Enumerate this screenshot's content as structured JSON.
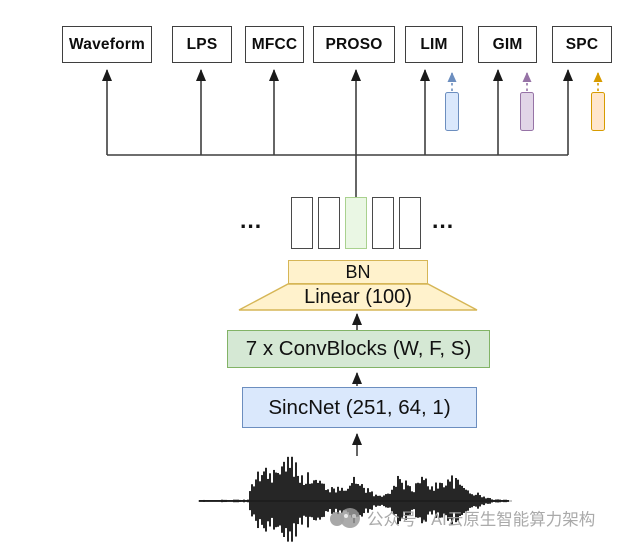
{
  "diagram": {
    "workers": [
      {
        "id": "waveform",
        "label": "Waveform"
      },
      {
        "id": "lps",
        "label": "LPS"
      },
      {
        "id": "mfcc",
        "label": "MFCC"
      },
      {
        "id": "proso",
        "label": "PROSO"
      },
      {
        "id": "lim",
        "label": "LIM"
      },
      {
        "id": "gim",
        "label": "GIM"
      },
      {
        "id": "spc",
        "label": "SPC"
      }
    ],
    "ellipsis": "...",
    "encoder": {
      "bn_label": "BN",
      "linear_label": "Linear (100)",
      "convblocks_label": "7 x ConvBlocks (W, F, S)",
      "sincnet_label": "SincNet (251, 64, 1)"
    },
    "watermark": "公众号 · AI云原生智能算力架构",
    "colors": {
      "box_border": "#3f3f3f",
      "yellow_fill": "#FFF2CC",
      "yellow_border": "#D6B656",
      "green_fill": "#D5E8D4",
      "green_border": "#82B366",
      "lightgreen_fill": "#EAF7E4",
      "lightgreen_border": "#A9D18E",
      "blue_fill": "#DAE8FC",
      "blue_border": "#6C8EBF",
      "purple_fill": "#E1D5E7",
      "purple_border": "#9673A6",
      "orange_fill": "#FFE6CC",
      "orange_border": "#D79B00",
      "watermark": "#a3a3a3"
    }
  }
}
